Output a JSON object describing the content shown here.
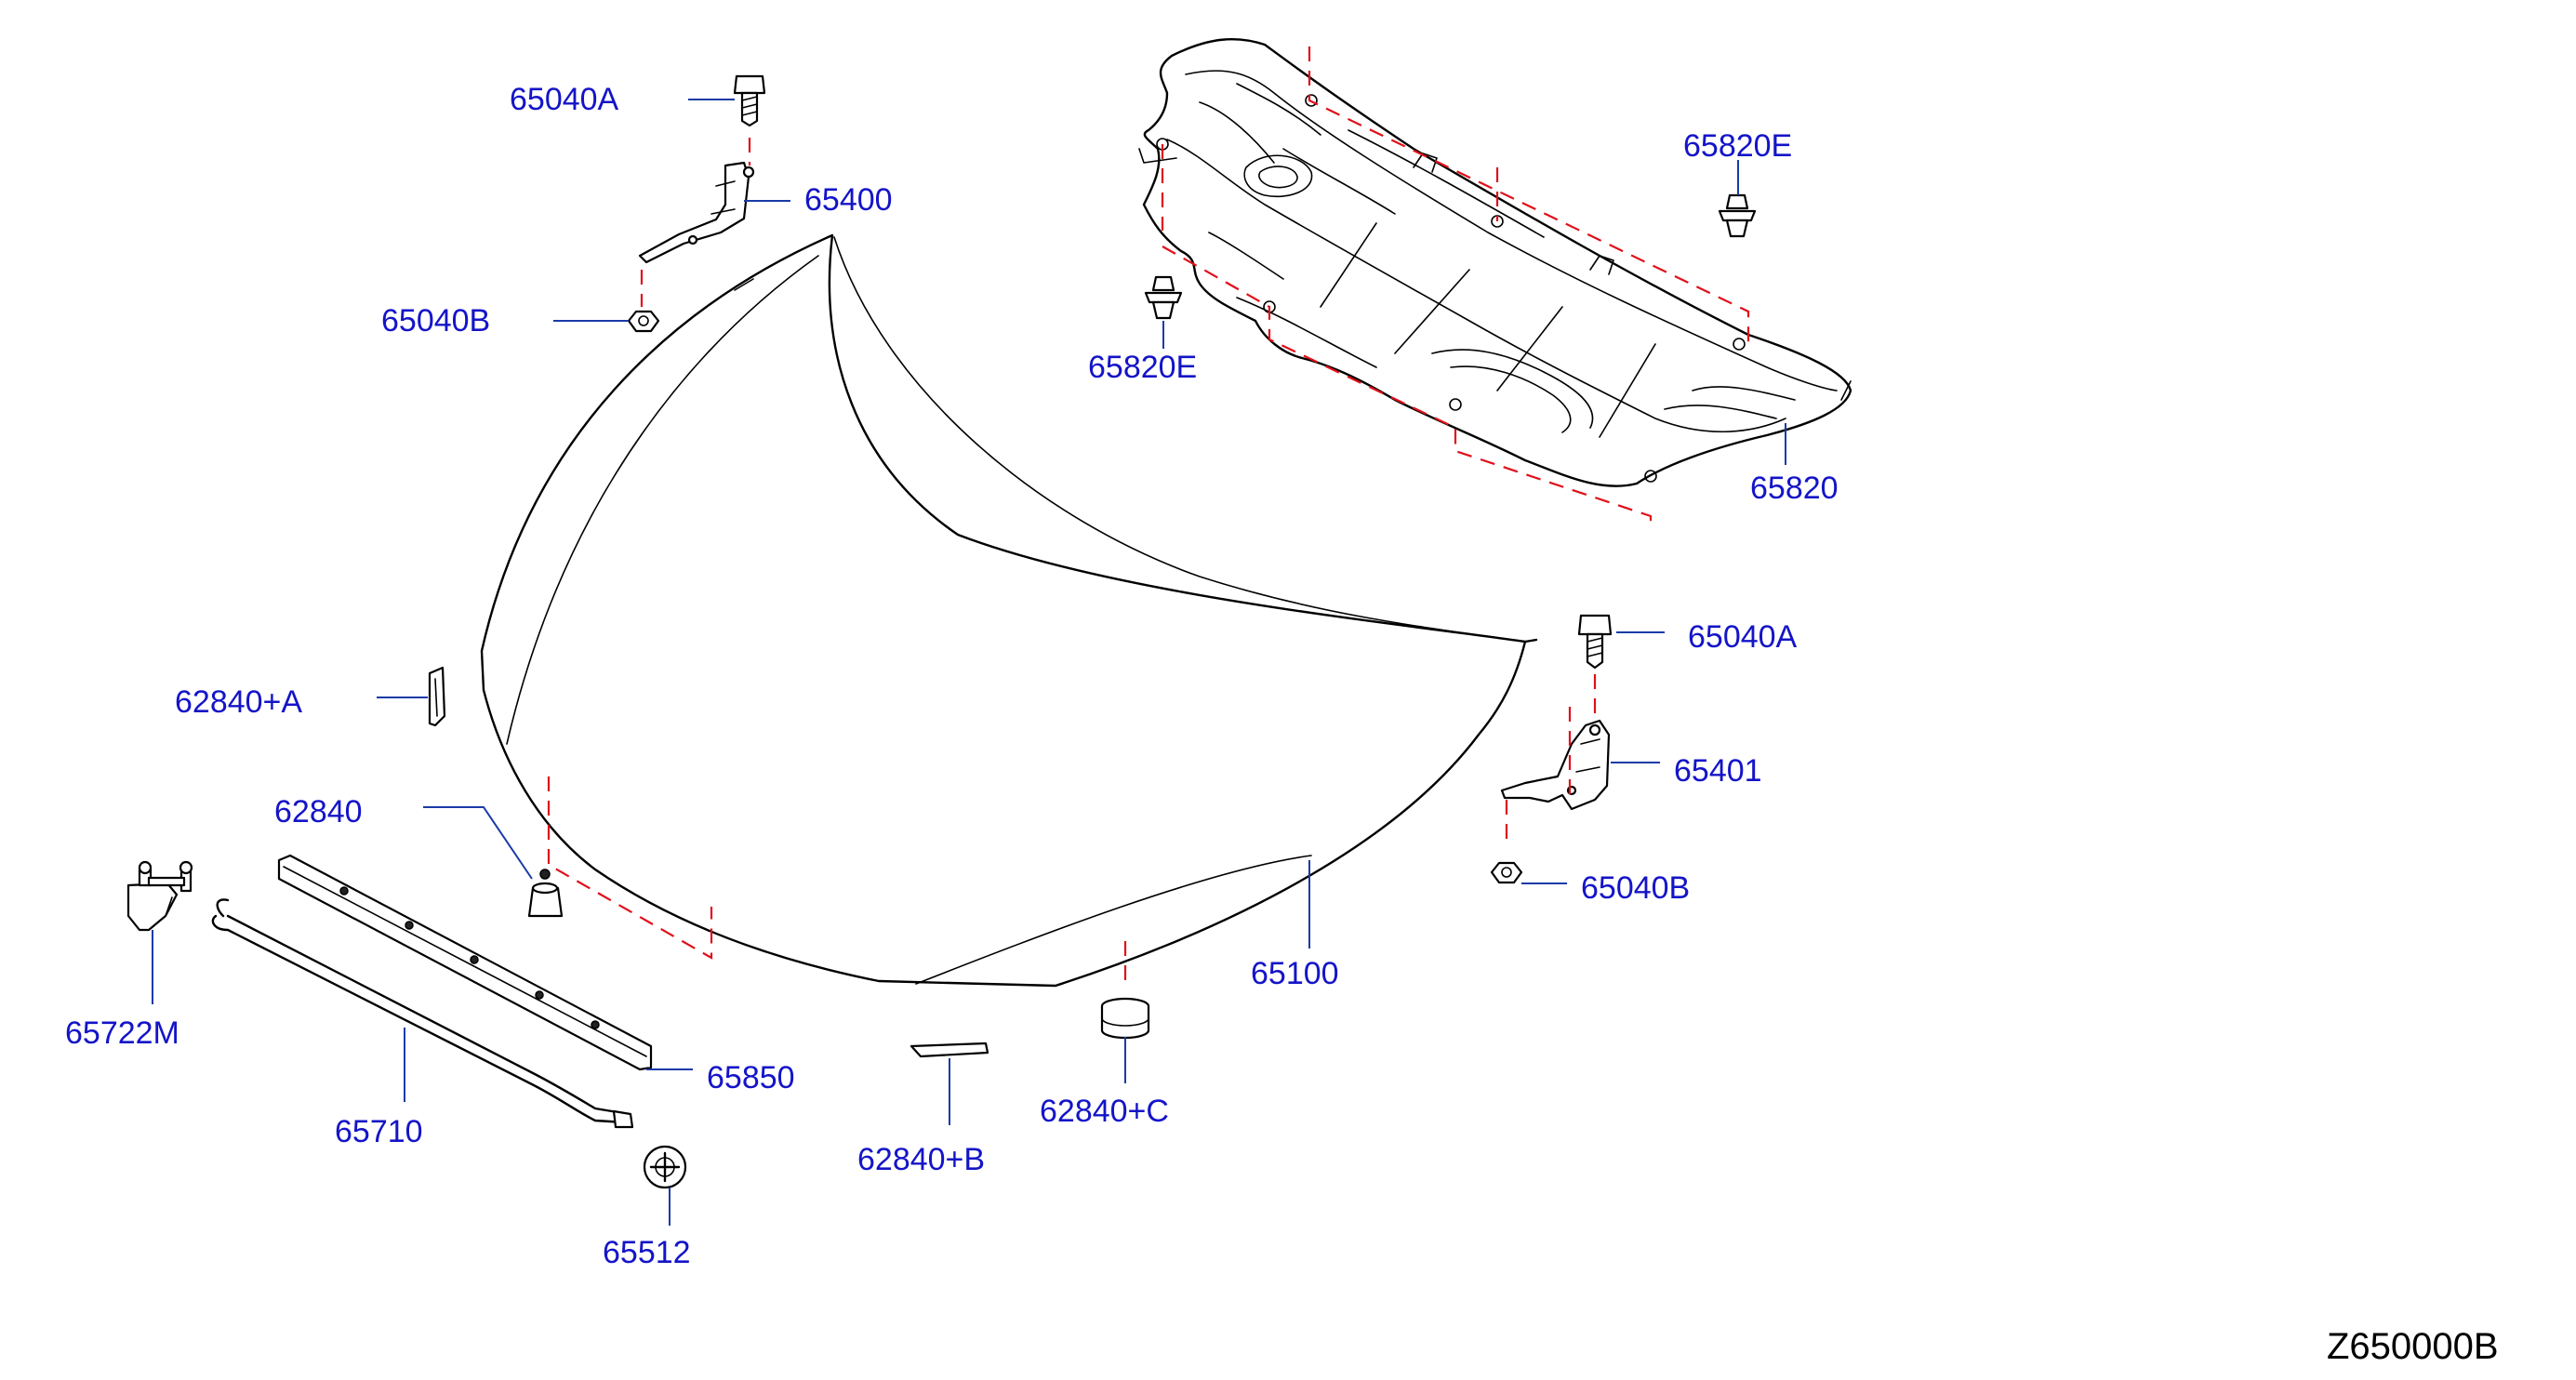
{
  "diagram": {
    "code": "Z650000B",
    "colors": {
      "label": "#1414c8",
      "leader": "#1a3aa8",
      "dashed_line": "#e0101a",
      "outline": "#000000"
    },
    "labels": {
      "p65040a_top": "65040A",
      "p65400": "65400",
      "p65040b_top": "65040B",
      "p65820e_left": "65820E",
      "p65820e_right": "65820E",
      "p65820": "65820",
      "p65040a_right": "65040A",
      "p65401": "65401",
      "p65040b_right": "65040B",
      "p62840a": "62840+A",
      "p62840": "62840",
      "p65722m": "65722M",
      "p65710": "65710",
      "p65850": "65850",
      "p65512": "65512",
      "p62840b": "62840+B",
      "p62840c": "62840+C",
      "p65100": "65100"
    }
  }
}
